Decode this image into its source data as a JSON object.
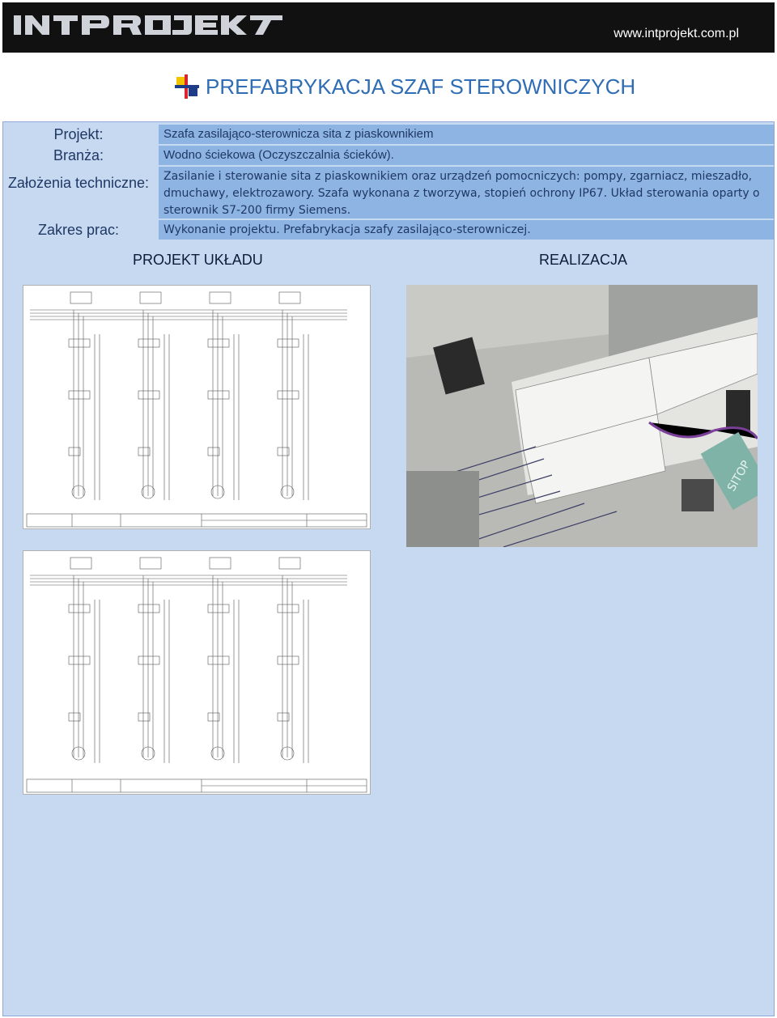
{
  "header": {
    "logo_text": "INTPROJEKT",
    "site_url": "www.intprojekt.com.pl"
  },
  "page_title": "PREFABRYKACJA SZAF STEROWNICZYCH",
  "info": {
    "projekt_label": "Projekt:",
    "projekt_value": "Szafa zasilająco-sterownicza sita z piaskownikiem",
    "branza_label": "Branża:",
    "branza_value": "Wodno ściekowa (Oczyszczalnia ścieków).",
    "zalozenia_label": "Założenia techniczne:",
    "zalozenia_value": "Zasilanie i sterowanie sita z piaskownikiem oraz urządzeń pomocniczych: pompy, zgarniacz, mieszadło, dmuchawy, elektrozawory. Szafa wykonana z tworzywa, stopień ochrony IP67. Układ sterowania oparty o sterownik S7-200 firmy Siemens.",
    "zakres_label": "Zakres prac:",
    "zakres_value": "Wykonanie projektu. Prefabrykacja szafy zasilająco-sterowniczej."
  },
  "columns": {
    "left_heading": "PROJEKT UKŁADU",
    "right_heading": "REALIZACJA"
  },
  "icons": {
    "title_icon": "cross-squares-icon",
    "photo_label": "SITOP"
  },
  "colors": {
    "title": "#2f6db4",
    "panel": "#c6d9f1",
    "value_bg": "#8eb4e3",
    "header": "#111111"
  }
}
